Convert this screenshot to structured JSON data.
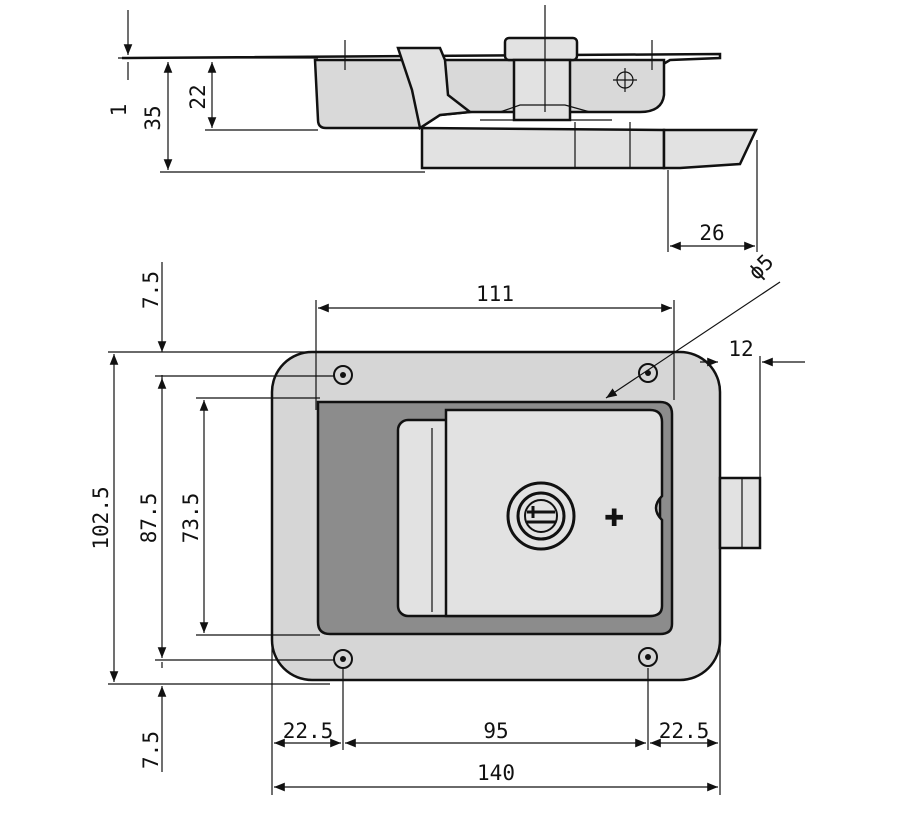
{
  "side_view": {
    "dims": {
      "d1": "1",
      "d35": "35",
      "d22": "22",
      "d26": "26"
    }
  },
  "front_view": {
    "dims": {
      "d111": "111",
      "phi5": "ϕ5",
      "d12": "12",
      "d7_5_top": "7.5",
      "d102_5": "102.5",
      "d87_5": "87.5",
      "d73_5": "73.5",
      "d7_5_bottom": "7.5",
      "d22_5_left": "22.5",
      "d95": "95",
      "d22_5_right": "22.5",
      "d140": "140"
    }
  }
}
